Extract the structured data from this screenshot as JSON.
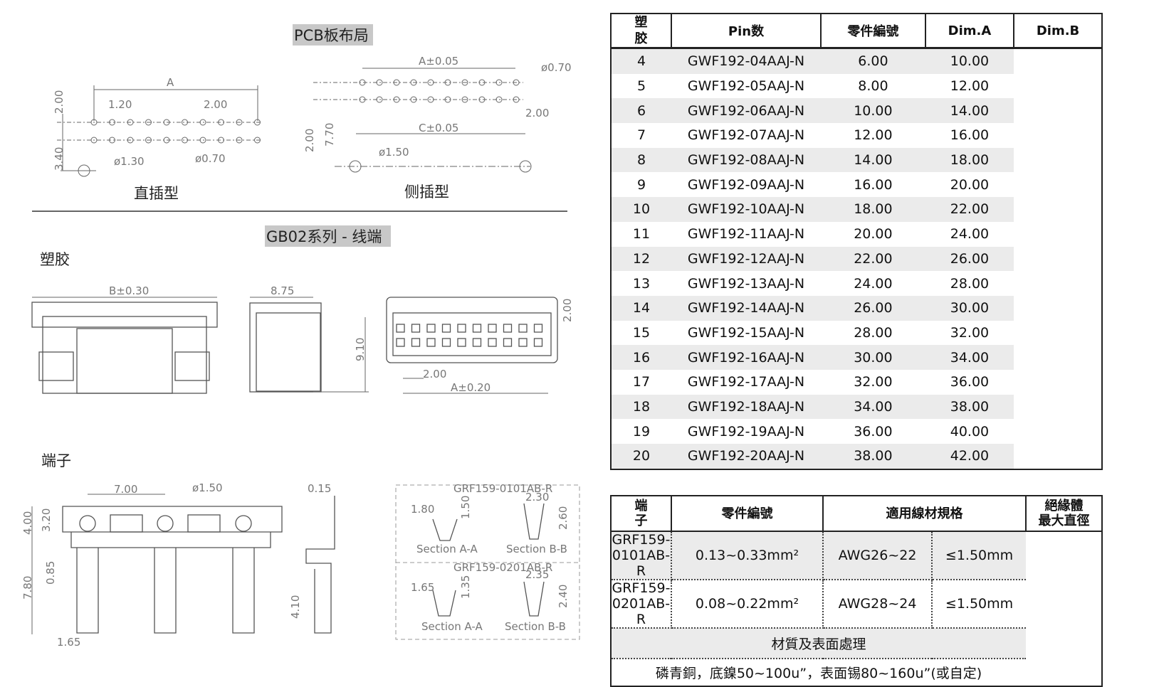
{
  "pcb": {
    "title": "PCB板布局",
    "straight_label": "直插型",
    "side_label": "侧插型",
    "s_A": "A",
    "s_120": "1.20",
    "s_200": "2.00",
    "s_v200": "2.00",
    "s_v340": "3.40",
    "s_d130": "ø1.30",
    "s_d070": "ø0.70",
    "r_A": "A±0.05",
    "r_d070": "ø0.70",
    "r_200": "2.00",
    "r_C": "C±0.05",
    "r_d150": "ø1.50",
    "r_v200": "2.00",
    "r_v770": "7.70"
  },
  "series": {
    "title": "GB02系列 - 线端",
    "plastic_label": "塑胶",
    "terminal_label": "端子",
    "h_B": "B±0.30",
    "h_875": "8.75",
    "h_910": "9.10",
    "h_200v": "2.00",
    "h_200": "2.00",
    "h_A": "A±0.20",
    "t_700": "7.00",
    "t_d150": "ø1.50",
    "t_400": "4.00",
    "t_320": "3.20",
    "t_085": "0.85",
    "t_780": "7.80",
    "t_165": "1.65",
    "t_015": "0.15",
    "t_410": "4.10",
    "sec1_part": "GRF159-0101AB-R",
    "sec2_part": "GRF159-0201AB-R",
    "sec_a": "Section A-A",
    "sec_b": "Section B-B",
    "s1_180": "1.80",
    "s1_150": "1.50",
    "s1_230": "2.30",
    "s1_260": "2.60",
    "s2_165": "1.65",
    "s2_135": "1.35",
    "s2_235": "2.35",
    "s2_240": "2.40"
  },
  "plastic_table": {
    "side_label": "塑\n胶",
    "headers": [
      "Pin数",
      "零件編號",
      "Dim.A",
      "Dim.B"
    ],
    "rows": [
      [
        "4",
        "GWF192-04AAJ-N",
        "6.00",
        "10.00"
      ],
      [
        "5",
        "GWF192-05AAJ-N",
        "8.00",
        "12.00"
      ],
      [
        "6",
        "GWF192-06AAJ-N",
        "10.00",
        "14.00"
      ],
      [
        "7",
        "GWF192-07AAJ-N",
        "12.00",
        "16.00"
      ],
      [
        "8",
        "GWF192-08AAJ-N",
        "14.00",
        "18.00"
      ],
      [
        "9",
        "GWF192-09AAJ-N",
        "16.00",
        "20.00"
      ],
      [
        "10",
        "GWF192-10AAJ-N",
        "18.00",
        "22.00"
      ],
      [
        "11",
        "GWF192-11AAJ-N",
        "20.00",
        "24.00"
      ],
      [
        "12",
        "GWF192-12AAJ-N",
        "22.00",
        "26.00"
      ],
      [
        "13",
        "GWF192-13AAJ-N",
        "24.00",
        "28.00"
      ],
      [
        "14",
        "GWF192-14AAJ-N",
        "26.00",
        "30.00"
      ],
      [
        "15",
        "GWF192-15AAJ-N",
        "28.00",
        "32.00"
      ],
      [
        "16",
        "GWF192-16AAJ-N",
        "30.00",
        "34.00"
      ],
      [
        "17",
        "GWF192-17AAJ-N",
        "32.00",
        "36.00"
      ],
      [
        "18",
        "GWF192-18AAJ-N",
        "34.00",
        "38.00"
      ],
      [
        "19",
        "GWF192-19AAJ-N",
        "36.00",
        "40.00"
      ],
      [
        "20",
        "GWF192-20AAJ-N",
        "38.00",
        "42.00"
      ]
    ]
  },
  "terminal_table": {
    "side_label": "端\n子",
    "headers": [
      "零件編號",
      "適用線材規格",
      "絕緣體\n最大直徑"
    ],
    "rows": [
      [
        "GRF159-0101AB-R",
        "0.13~0.33mm²",
        "AWG26~22",
        "≤1.50mm"
      ],
      [
        "GRF159-0201AB-R",
        "0.08~0.22mm²",
        "AWG28~24",
        "≤1.50mm"
      ]
    ],
    "material_header": "材質及表面處理",
    "material_value": "磷青銅，底鎳50~100u”，表面锡80~160u”(或自定)"
  }
}
